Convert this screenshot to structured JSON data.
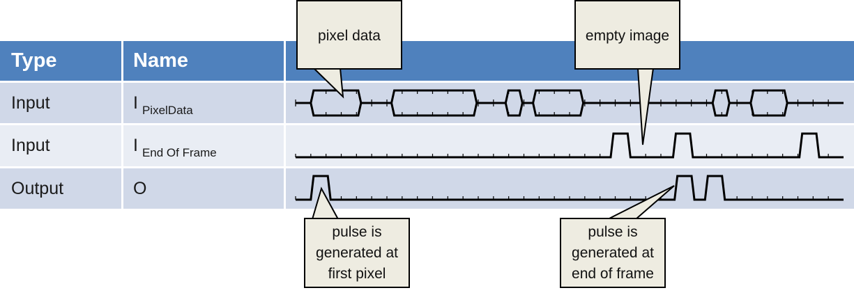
{
  "table": {
    "headers": [
      "Type",
      "Name",
      ""
    ],
    "rows": [
      {
        "type": "Input",
        "name_main": "I",
        "name_sub": "PixelData"
      },
      {
        "type": "Input",
        "name_main": "I",
        "name_sub": "End Of Frame"
      },
      {
        "type": "Output",
        "name_main": "O",
        "name_sub": ""
      }
    ]
  },
  "colors": {
    "header_bg": "#4f81bd",
    "row_dark": "#d0d8e8",
    "row_light": "#e9edf4",
    "callout_bg": "#eeece1",
    "signal": "#000000"
  },
  "timing": {
    "total_ticks": 36,
    "signals": [
      {
        "name": "PixelData",
        "kind": "bus",
        "segments": [
          [
            1,
            4.3
          ],
          [
            6.3,
            11.9
          ],
          [
            13.8,
            14.9
          ],
          [
            15.6,
            18.9
          ],
          [
            27.4,
            28.5
          ],
          [
            29.9,
            32.3
          ]
        ]
      },
      {
        "name": "End Of Frame",
        "kind": "pulse",
        "pulses": [
          [
            20.7,
            22.0
          ],
          [
            24.8,
            26.1
          ],
          [
            33.1,
            34.4
          ]
        ]
      },
      {
        "name": "O",
        "kind": "pulse",
        "pulses": [
          [
            1.0,
            2.3
          ],
          [
            24.9,
            26.2
          ],
          [
            26.9,
            28.2
          ]
        ]
      }
    ]
  },
  "callouts": [
    {
      "id": "pixel-data",
      "lines": [
        "pixel data"
      ]
    },
    {
      "id": "empty-image",
      "lines": [
        "empty image"
      ]
    },
    {
      "id": "first-pixel",
      "lines": [
        "pulse is",
        "generated at",
        "first pixel"
      ]
    },
    {
      "id": "end-of-frame",
      "lines": [
        "pulse is",
        "generated at",
        "end of frame"
      ]
    }
  ]
}
